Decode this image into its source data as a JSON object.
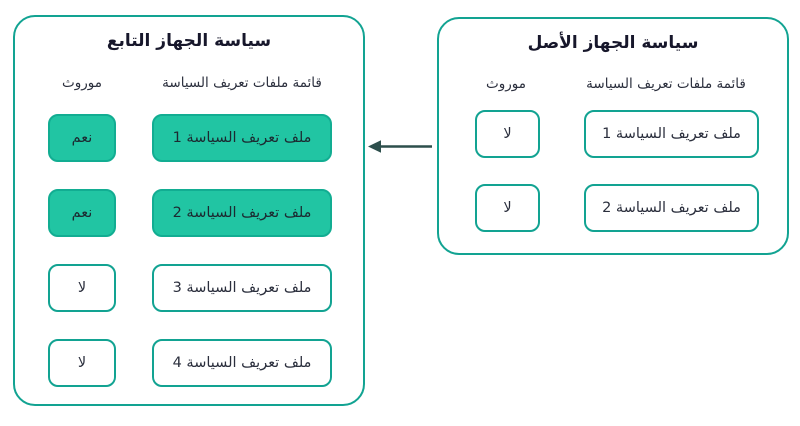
{
  "diagram_title": "policy-profile-inheritance-diagram",
  "colors": {
    "teal_border": "#12a392",
    "teal_fill": "#21c5a3",
    "teal_fill_border": "#12ad92",
    "arrow": "#2d4f4c",
    "title_text": "#17172b",
    "body_text": "#2b2f3d",
    "background": "#ffffff"
  },
  "child_panel": {
    "title": "سياسة الجهاز التابع",
    "inherited_header": "موروث",
    "profiles_header": "قائمة ملفات تعريف السياسة",
    "rows": [
      {
        "inherited": "نعم",
        "profile": "ملف تعريف السياسة 1",
        "highlighted": true
      },
      {
        "inherited": "نعم",
        "profile": "ملف تعريف السياسة 2",
        "highlighted": true
      },
      {
        "inherited": "لا",
        "profile": "ملف تعريف السياسة 3",
        "highlighted": false
      },
      {
        "inherited": "لا",
        "profile": "ملف تعريف السياسة 4",
        "highlighted": false
      }
    ]
  },
  "parent_panel": {
    "title": "سياسة الجهاز الأصل",
    "inherited_header": "موروث",
    "profiles_header": "قائمة ملفات تعريف السياسة",
    "rows": [
      {
        "inherited": "لا",
        "profile": "ملف تعريف السياسة 1",
        "highlighted": false
      },
      {
        "inherited": "لا",
        "profile": "ملف تعريف السياسة 2",
        "highlighted": false
      }
    ]
  },
  "arrow": {
    "direction": "left",
    "meaning": "inheritance-from-parent-to-child"
  }
}
